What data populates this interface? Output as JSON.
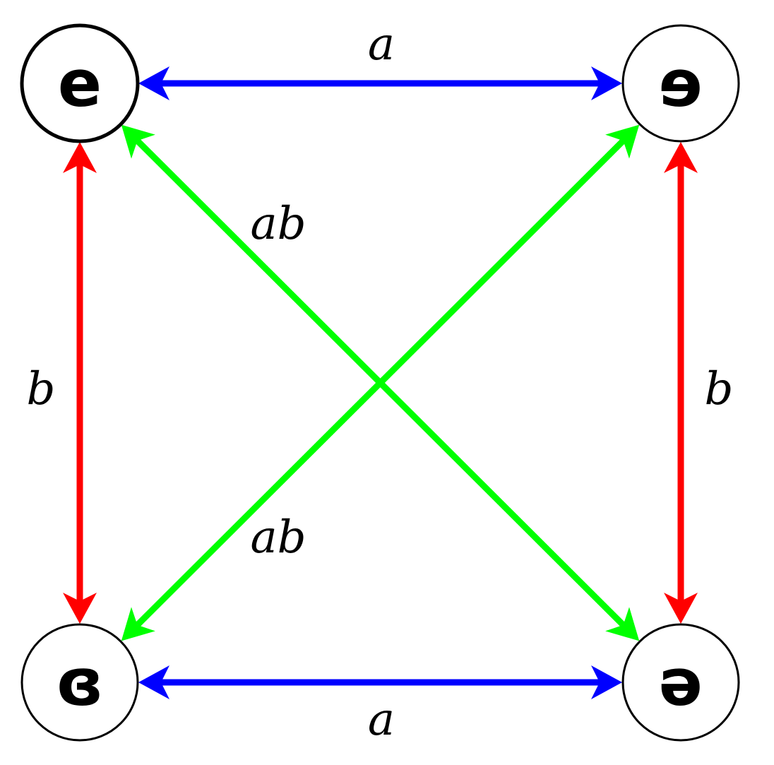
{
  "colors": {
    "a": "#0000ff",
    "b": "#ff0000",
    "ab": "#00ff00",
    "node_stroke": "#000000"
  },
  "nodes": {
    "top_left": {
      "glyph": "e"
    },
    "top_right": {
      "glyph": "ɘ"
    },
    "bottom_left": {
      "glyph": "ɞ"
    },
    "bottom_right": {
      "glyph": "ə"
    }
  },
  "edges": {
    "top": {
      "label": "a",
      "color_key": "a",
      "from": "top_left",
      "to": "top_right"
    },
    "bottom": {
      "label": "a",
      "color_key": "a",
      "from": "bottom_left",
      "to": "bottom_right"
    },
    "left": {
      "label": "b",
      "color_key": "b",
      "from": "top_left",
      "to": "bottom_left"
    },
    "right": {
      "label": "b",
      "color_key": "b",
      "from": "top_right",
      "to": "bottom_right"
    },
    "diag_main": {
      "label": "ab",
      "color_key": "ab",
      "from": "top_left",
      "to": "bottom_right"
    },
    "diag_anti": {
      "label": "ab",
      "color_key": "ab",
      "from": "top_right",
      "to": "bottom_left"
    }
  }
}
